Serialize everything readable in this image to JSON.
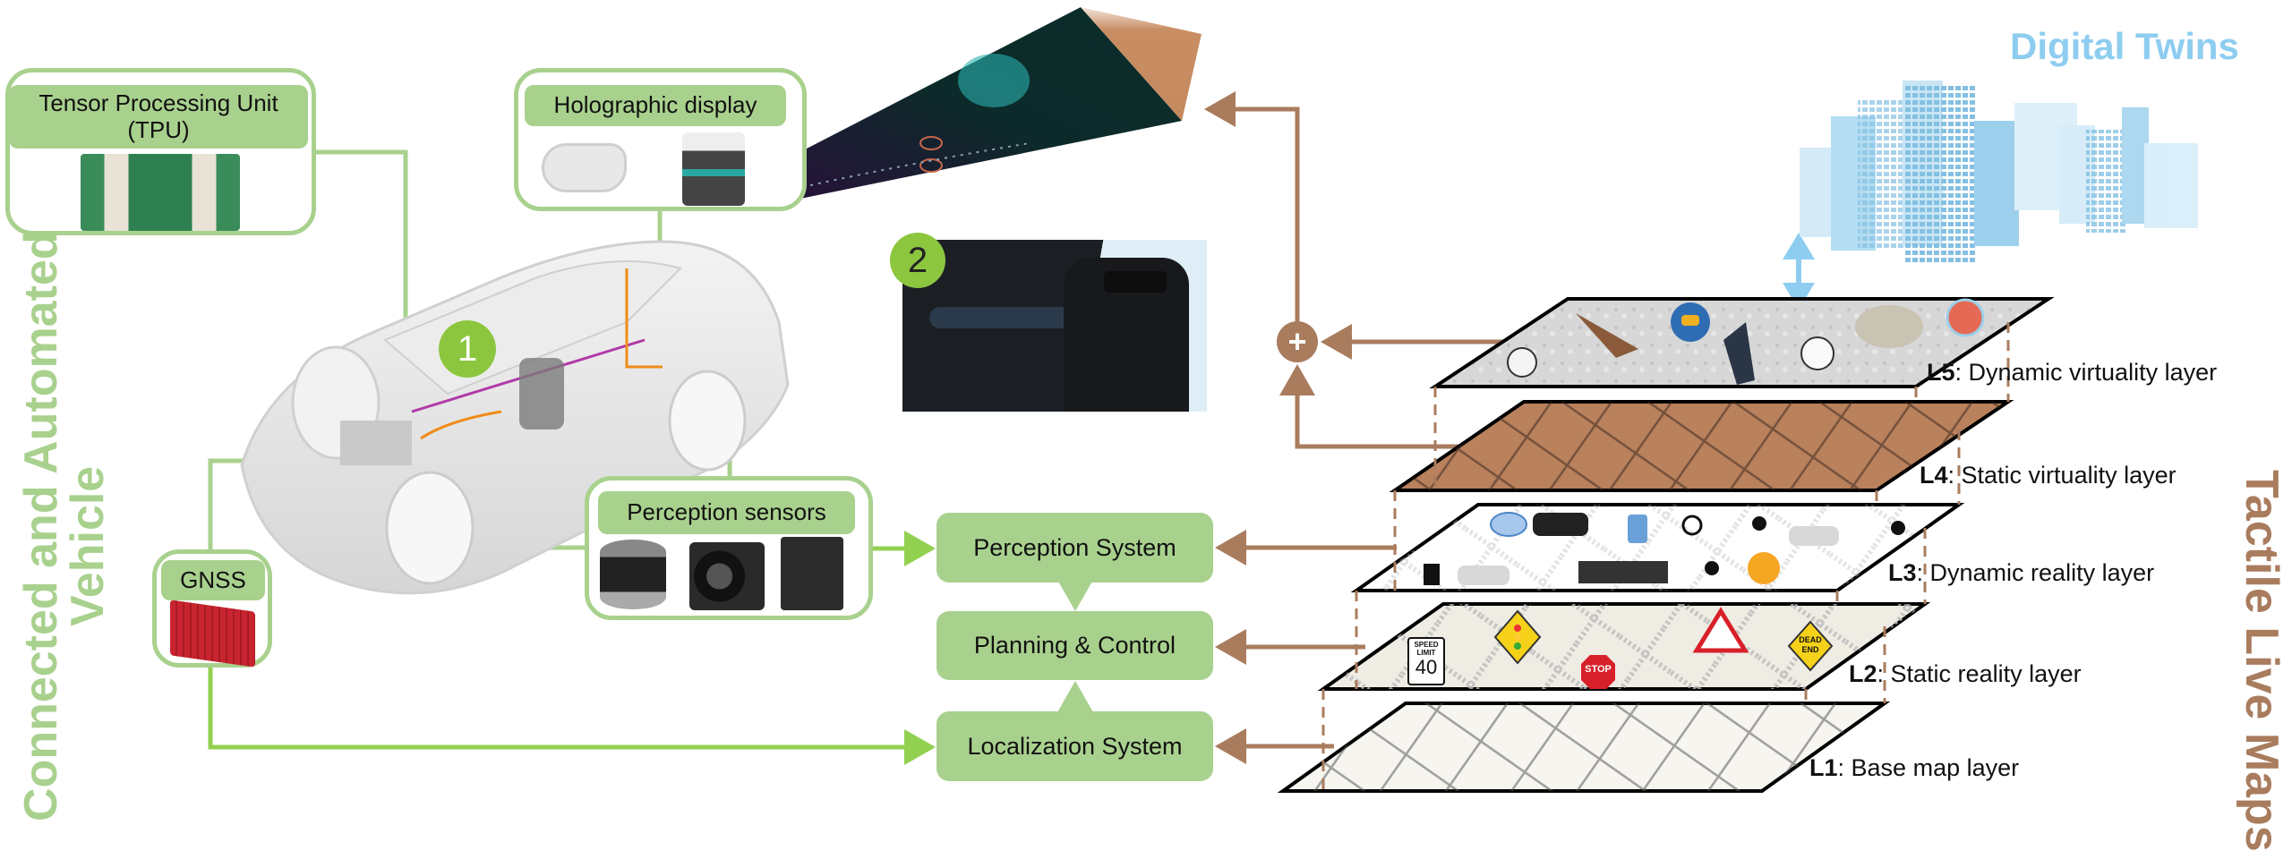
{
  "diagram": {
    "left_section_title": [
      "Connected and Automated",
      "Vehicle"
    ],
    "right_section_title": "Tactile Live Maps",
    "digital_twins_title": "Digital Twins",
    "components": {
      "tpu": {
        "title_line1": "Tensor Processing Unit",
        "title_line2": "(TPU)",
        "icon": "tpu-board-icon"
      },
      "holographic": {
        "title": "Holographic display",
        "icons": [
          "vr-headset-icon",
          "holographic-projector-icon"
        ]
      },
      "perception_sensors": {
        "title": "Perception sensors",
        "icons": [
          "lidar-icon",
          "camera-icon",
          "radar-icon"
        ]
      },
      "gnss": {
        "title": "GNSS",
        "icon": "gnss-receiver-icon"
      }
    },
    "markers": [
      "1",
      "2"
    ],
    "systems": [
      {
        "id": "perception",
        "label": "Perception System"
      },
      {
        "id": "planning",
        "label": "Planning & Control"
      },
      {
        "id": "localization",
        "label": "Localization System"
      }
    ],
    "layers": [
      {
        "code": "L5",
        "name": "Dynamic virtuality layer",
        "icons": [
          "astronaut",
          "x-wing",
          "astronaut-helmet",
          "tie-fighter",
          "stormtrooper",
          "millennium-falcon",
          "space-cat"
        ],
        "fill": "#d9d9d9"
      },
      {
        "code": "L4",
        "name": "Static virtuality layer",
        "icons": [
          "mars-terrain",
          "road-network"
        ],
        "fill": "#b9815c"
      },
      {
        "code": "L3",
        "name": "Dynamic reality layer",
        "icons": [
          "rain-cloud",
          "suv",
          "pedestrians",
          "wheelchair",
          "runner",
          "car",
          "elderly-person",
          "family",
          "car",
          "flatbed-truck",
          "walker",
          "sun-cloud"
        ],
        "fill": "#ffffff"
      },
      {
        "code": "L2",
        "name": "Static reality layer",
        "signs": [
          "SPEED LIMIT 40",
          "traffic-light",
          "STOP",
          "road-work",
          "DEAD END"
        ],
        "fill": "#f0ede6"
      },
      {
        "code": "L1",
        "name": "Base map layer",
        "icons": [
          "road-network"
        ],
        "fill": "#f7f5f0"
      }
    ],
    "speed_sign": {
      "line1": "SPEED",
      "line2": "LIMIT",
      "value": "40"
    },
    "stop_sign": "STOP",
    "dead_end_sign": [
      "DEAD",
      "END"
    ],
    "plus_symbol": "+",
    "colors": {
      "green_fill": "#a9d18e",
      "green_line": "#92d050",
      "brown": "#a97c5e",
      "sky_blue": "#8ecdf0",
      "marker_green": "#8cc63f"
    }
  }
}
